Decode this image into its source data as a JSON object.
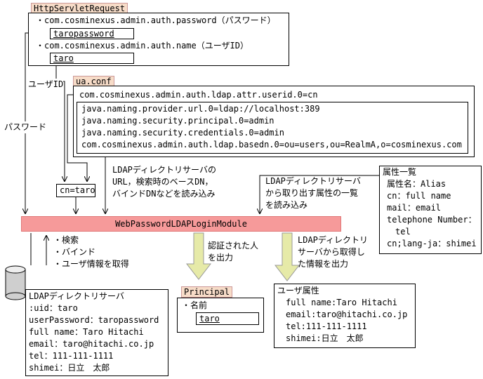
{
  "http_request": {
    "tag": "HttpServletRequest",
    "password_key": "・com.cosminexus.admin.auth.password（パスワード）",
    "password_value": "taropassword",
    "name_key": "・com.cosminexus.admin.auth.name（ユーザID）",
    "name_value": "taro"
  },
  "labels": {
    "user_id": "ユーザID",
    "password": "パスワード",
    "cn": "cn=taro"
  },
  "ua_conf": {
    "tag": "ua.conf",
    "userid_attr": "com.cosminexus.admin.auth.ldap.attr.userid.0=cn",
    "inner": [
      "java.naming.provider.url.0=ldap://localhost:389",
      "java.naming.security.principal.0=admin",
      "java.naming.security.credentials.0=admin",
      "com.cosminexus.admin.auth.ldap.basedn.0=ou=users,ou=RealmA,o=cosminexus.com"
    ]
  },
  "notes": {
    "read_config": [
      "LDAPディレクトリサーバの",
      "URL，検索時のベースDN，",
      "バインドDNなどを読み込み"
    ],
    "read_attrs": [
      "LDAPディレクトリサーバ",
      "から取り出す属性の一覧",
      "を読み込み"
    ],
    "operations": [
      "・検索",
      "・バインド",
      "・ユーザ情報を取得"
    ],
    "auth_output": [
      "認証された人",
      "を出力"
    ],
    "info_output": [
      "LDAPディレクトリ",
      "サーバから取得し",
      "た情報を出力"
    ]
  },
  "attr_list": {
    "title": "属性一覧",
    "lines": [
      "属性名：Alias",
      "cn：full name",
      "mail：email",
      "telephone Number：",
      "tel",
      "cn;lang-ja：shimei"
    ]
  },
  "module": {
    "name": "WebPasswordLDAPLoginModule"
  },
  "ldap_server": {
    "title": "LDAPディレクトリサーバ",
    "lines": [
      ":uid：taro",
      "userPassword：taropassword",
      "full name：Taro Hitachi",
      "email：taro@hitachi.co.jp",
      "tel：111-111-1111",
      "shimei：日立　太郎"
    ]
  },
  "principal": {
    "tag": "Principal",
    "label": "・名前",
    "value": "taro"
  },
  "user_attrs": {
    "title": "ユーザ属性",
    "lines": [
      "full name:Taro Hitachi",
      "email:taro@hitachi.co.jp",
      "tel:111-111-1111",
      "shimei:日立　太郎"
    ]
  },
  "colors": {
    "tag_fill": "#f7dcc8",
    "module_fill": "#f69a9a",
    "output_arrow": "#e6eaa8"
  }
}
